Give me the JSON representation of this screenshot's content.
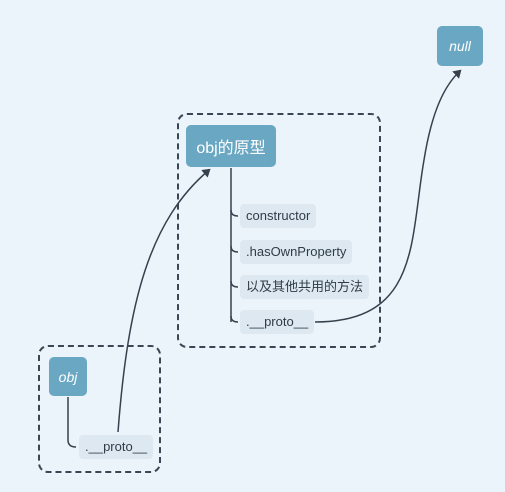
{
  "diagram": {
    "null_node": {
      "label": "null"
    },
    "prototype_group": {
      "root": {
        "label": "obj的原型"
      },
      "children": [
        {
          "label": "constructor"
        },
        {
          "label": ".hasOwnProperty"
        },
        {
          "label": "以及其他共用的方法"
        },
        {
          "label": ".__proto__"
        }
      ]
    },
    "obj_group": {
      "root": {
        "label": "obj"
      },
      "children": [
        {
          "label": ".__proto__"
        }
      ]
    },
    "colors": {
      "background": "#ebf4fb",
      "node_fill": "#6aa7c2",
      "child_fill": "#dde8f1",
      "line": "#36414e"
    }
  }
}
